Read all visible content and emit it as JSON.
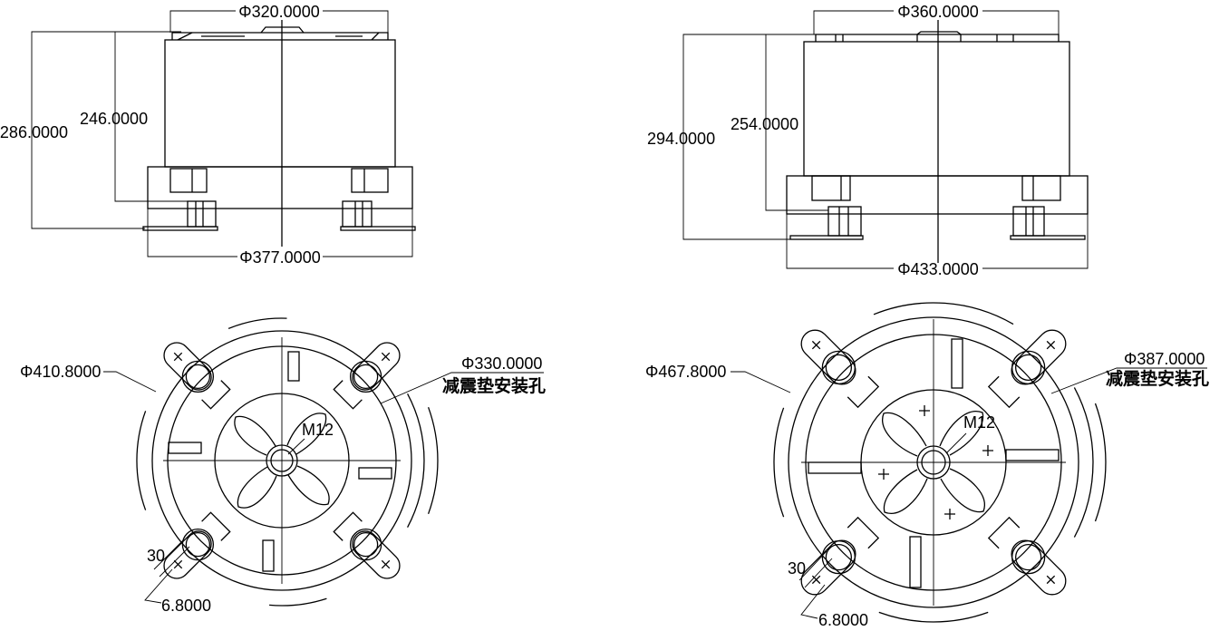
{
  "side_view_a": {
    "top_diameter": "Φ320.0000",
    "overall_height": "286.0000",
    "body_height": "246.0000",
    "base_diameter": "Φ377.0000"
  },
  "side_view_b": {
    "top_diameter": "Φ360.0000",
    "overall_height": "294.0000",
    "body_height": "254.0000",
    "base_diameter": "Φ433.0000"
  },
  "plan_view_a": {
    "outer_diameter": "Φ410.8000",
    "hole_circle_diameter": "Φ330.0000",
    "hole_note": "减震垫安装孔",
    "thread": "M12",
    "angle": "30",
    "slot_width": "6.8000"
  },
  "plan_view_b": {
    "outer_diameter": "Φ467.8000",
    "hole_circle_diameter": "Φ387.0000",
    "hole_note": "减震垫安装孔",
    "thread": "M12",
    "angle": "30",
    "slot_width": "6.8000"
  },
  "colors": {
    "line": "#000000",
    "background": "#ffffff"
  }
}
